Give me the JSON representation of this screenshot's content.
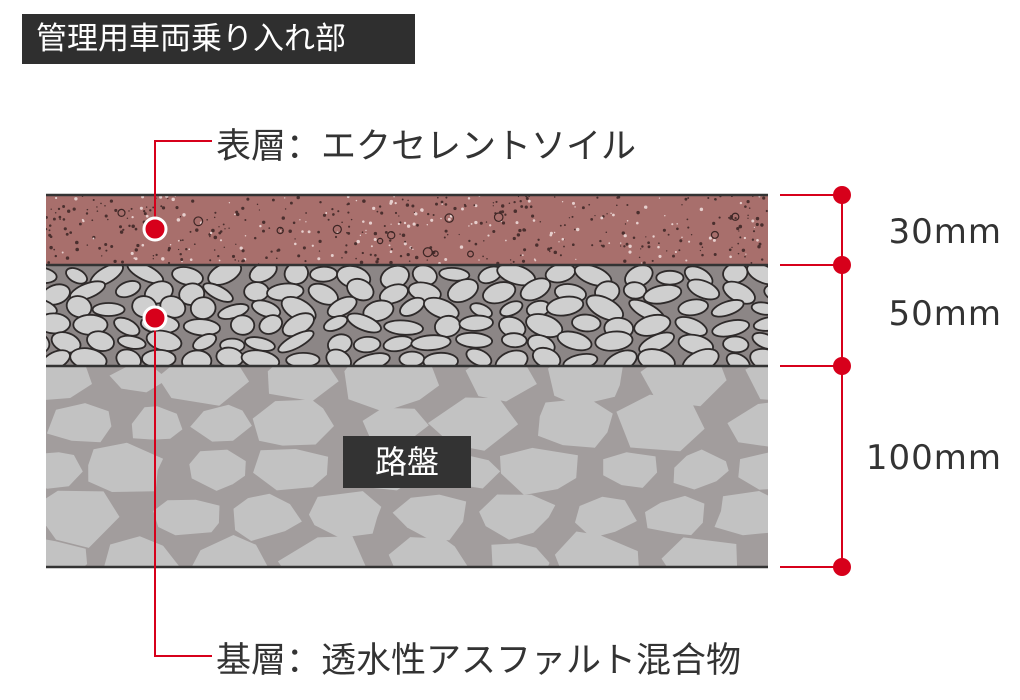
{
  "title": "管理用車両乗り入れ部",
  "layers": {
    "surface": {
      "label": "表層：エクセレントソイル",
      "thickness": "30mm"
    },
    "base": {
      "label": "基層：透水性アスファルト混合物",
      "thickness": "50mm"
    },
    "subgrade": {
      "label": "路盤",
      "thickness": "100mm"
    }
  },
  "colors": {
    "surface": "#a86f6c",
    "base_fill": "#8c8686",
    "base_pebble": "#cfcfcf",
    "subgrade_fill": "#a29d9d",
    "subgrade_stone": "#c2c2c2",
    "leader": "#d7001b",
    "title_bg": "#2f2f2f"
  }
}
